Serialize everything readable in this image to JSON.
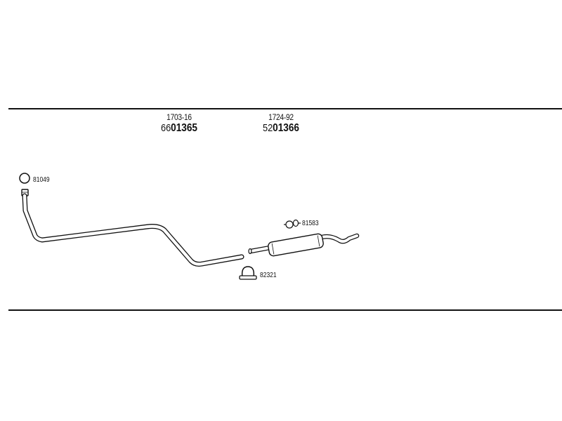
{
  "parts": {
    "front_pipe": {
      "ref": "1703-16",
      "prefix": "66",
      "number": "01365"
    },
    "rear_muffler": {
      "ref": "1724-92",
      "prefix": "52",
      "number": "01366"
    }
  },
  "callouts": {
    "gasket": "81049",
    "hanger": "81583",
    "clamp": "82321"
  },
  "colors": {
    "line": "#111111",
    "pipe_fill": "#ffffff",
    "background": "#ffffff"
  }
}
